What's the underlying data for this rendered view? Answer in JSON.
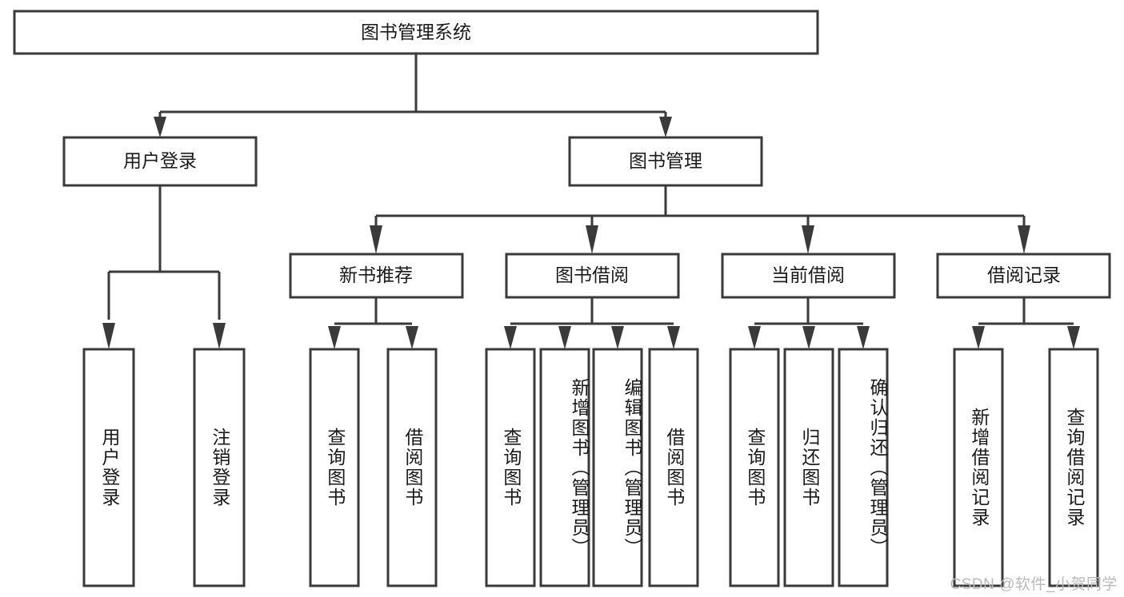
{
  "diagram": {
    "type": "tree",
    "title": "图书管理系统",
    "root": {
      "label": "图书管理系统"
    },
    "level2": [
      {
        "label": "用户登录"
      },
      {
        "label": "图书管理"
      }
    ],
    "level3": [
      {
        "label": "新书推荐"
      },
      {
        "label": "图书借阅"
      },
      {
        "label": "当前借阅"
      },
      {
        "label": "借阅记录"
      }
    ],
    "leaves": {
      "user_login": [
        {
          "label": "用户登录"
        },
        {
          "label": "注销登录"
        }
      ],
      "new_book_recommend": [
        {
          "label": "查询图书"
        },
        {
          "label": "借阅图书"
        }
      ],
      "book_borrow": [
        {
          "label": "查询图书"
        },
        {
          "label": "新增图书（管理员）"
        },
        {
          "label": "编辑图书（管理员）"
        },
        {
          "label": "借阅图书"
        }
      ],
      "current_borrow": [
        {
          "label": "查询图书"
        },
        {
          "label": "归还图书"
        },
        {
          "label": "确认归还（管理员）"
        }
      ],
      "borrow_record": [
        {
          "label": "新增借阅记录"
        },
        {
          "label": "查询借阅记录"
        }
      ]
    }
  },
  "watermark": {
    "text": "CSDN @软件_小贺同学"
  },
  "colors": {
    "box_stroke": "#3a3a3a",
    "box_fill": "#ffffff",
    "text": "#1a1a1a",
    "watermark": "#b9b9b9",
    "background": "#ffffff"
  }
}
